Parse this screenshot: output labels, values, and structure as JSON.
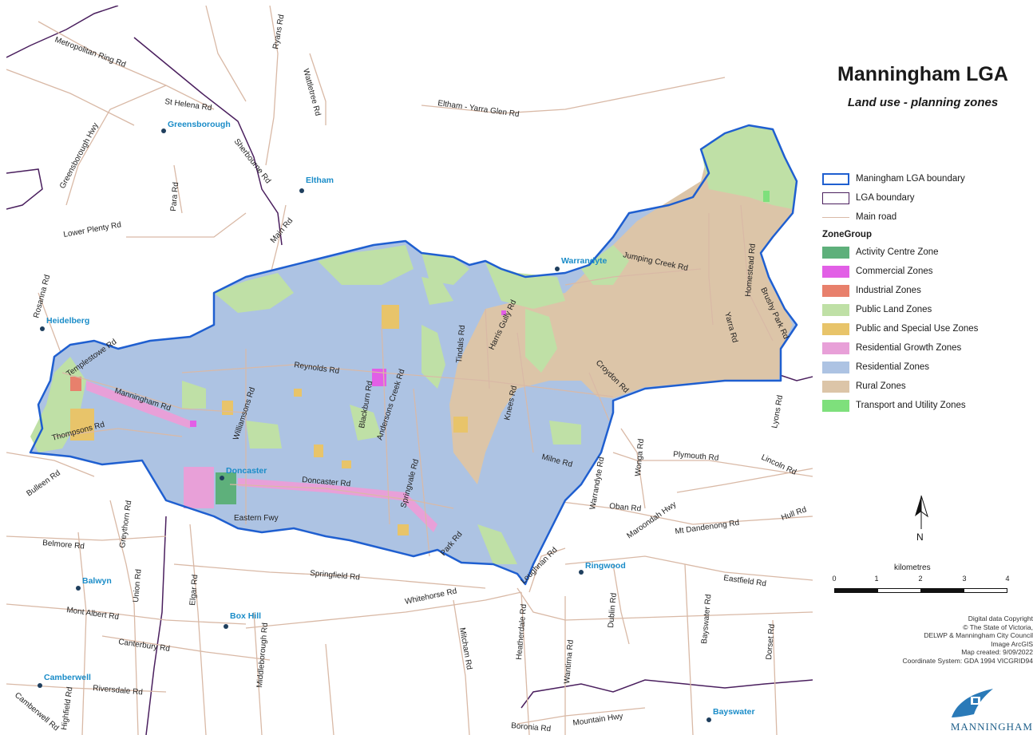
{
  "map": {
    "title": "Manningham LGA",
    "subtitle": "Land use - planning zones",
    "colors": {
      "water_boundary": "#1f5fd0",
      "lga_boundary": "#4a1f5e",
      "main_road": "#d9b9a6",
      "background": "#ffffff"
    },
    "legend": {
      "items": [
        {
          "label": "Maningham LGA boundary",
          "kind": "outline",
          "color": "#1f5fd0"
        },
        {
          "label": "LGA boundary",
          "kind": "outline",
          "color": "#4a1f5e"
        },
        {
          "label": "Main road",
          "kind": "line",
          "color": "#d9b9a6"
        }
      ],
      "group_title": "ZoneGroup",
      "zones": [
        {
          "label": "Activity Centre Zone",
          "color": "#5eb07b"
        },
        {
          "label": "Commercial Zones",
          "color": "#e25fe6"
        },
        {
          "label": "Industrial Zones",
          "color": "#e8806c"
        },
        {
          "label": "Public Land Zones",
          "color": "#bfe0a6"
        },
        {
          "label": "Public and Special Use Zones",
          "color": "#e8c46a"
        },
        {
          "label": "Residential Growth Zones",
          "color": "#e8a0d8"
        },
        {
          "label": "Residential Zones",
          "color": "#adc3e3"
        },
        {
          "label": "Rural Zones",
          "color": "#dcc5a8"
        },
        {
          "label": "Transport and Utility Zones",
          "color": "#7ee07c"
        }
      ]
    },
    "scale": {
      "unit": "kilometres",
      "ticks": [
        "0",
        "1",
        "2",
        "3",
        "4"
      ]
    },
    "credits": [
      "Digital data Copyright",
      "© The State of Victoria,",
      "DELWP & Manningham City Council",
      "Image ArcGIS",
      "Map created: 9/09/2022",
      "Coordinate System: GDA 1994 VICGRID94"
    ],
    "council_name": "MANNINGHAM",
    "suburbs": [
      "Greensborough",
      "Eltham",
      "Heidelberg",
      "Warrandyte",
      "Doncaster",
      "Balwyn",
      "Box Hill",
      "Ringwood",
      "Camberwell",
      "Bayswater"
    ],
    "roads": [
      "Metropolitan Ring Rd",
      "Ryans Rd",
      "Wattletree Rd",
      "St Helena Rd",
      "Greensborough Hwy",
      "Eltham - Yarra Glen Rd",
      "Sherbourne Rd",
      "Para Rd",
      "Lower Plenty Rd",
      "Main Rd",
      "Rosanna Rd",
      "Templestowe Rd",
      "Reynolds Rd",
      "Manningham Rd",
      "Williamsons Rd",
      "Blackburn Rd",
      "Andersons Creek Rd",
      "Tindals Rd",
      "Harris Gully Rd",
      "Jumping Creek Rd",
      "Homestead Rd",
      "Yarra Rd",
      "Brushy Park Rd",
      "Croydon Rd",
      "Knees Rd",
      "Lyons Rd",
      "Thompsons Rd",
      "Bulleen Rd",
      "Doncaster Rd",
      "Springvale Rd",
      "Wonga Rd",
      "Plymouth Rd",
      "Lincoln Rd",
      "Milne Rd",
      "Warrandyte Rd",
      "Oban Rd",
      "Maroondah Hwy",
      "Hull Rd",
      "Mt Dandenong Rd",
      "Park Rd",
      "Eastern Fwy",
      "Belmore Rd",
      "Greythorn Rd",
      "Union Rd",
      "Elgar Rd",
      "Springfield Rd",
      "Loughnan Rd",
      "Dublin Rd",
      "Eastfield Rd",
      "Mont Albert Rd",
      "Whitehorse Rd",
      "Mitcham Rd",
      "Heatherdale Rd",
      "Canterbury Rd",
      "Middleborough Rd",
      "Wantirna Rd",
      "Bayswater Rd",
      "Dorset Rd",
      "Riversdale Rd",
      "Highfield Rd",
      "Camberwell Rd",
      "Boronia Rd",
      "Mountain Hwy"
    ]
  }
}
